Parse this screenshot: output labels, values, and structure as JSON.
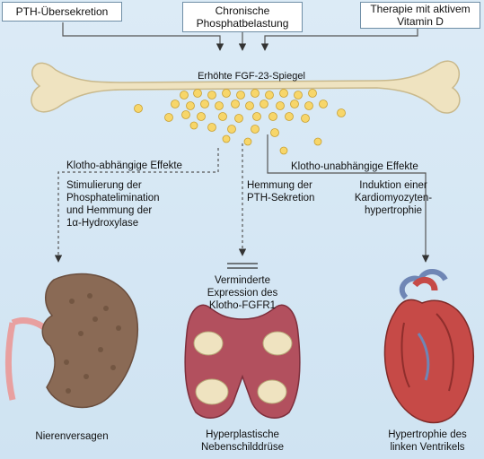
{
  "causes": [
    {
      "text": "PTH-Übersekretion"
    },
    {
      "line1": "Chronische",
      "line2": "Phosphatbelastung"
    },
    {
      "line1": "Therapie mit aktivem",
      "line2": "Vitamin D"
    }
  ],
  "center_label": "Erhöhte FGF-23-Spiegel",
  "branch_left": "Klotho-abhängige Effekte",
  "branch_right": "Klotho-unabhängige Effekte",
  "effect_kidney": [
    "Stimulierung der",
    "Phosphatelimination",
    "und Hemmung der",
    "1α-Hydroxylase"
  ],
  "effect_pth": [
    "Hemmung der",
    "PTH-Sekretion"
  ],
  "effect_heart": [
    "Induktion einer",
    "Kardiomyozyten-",
    "hypertrophie"
  ],
  "effect_klotho": [
    "Verminderte",
    "Expression des",
    "Klotho-FGFR1"
  ],
  "organ_kidney": "Nierenversagen",
  "organ_thyroid": [
    "Hyperplastische",
    "Nebenschilddrüse"
  ],
  "organ_heart": [
    "Hypertrophie des",
    "linken Ventrikels"
  ],
  "colors": {
    "bone": "#efe3c0",
    "particle": "#f7d66a",
    "kidney": "#8a6a55",
    "thyroid": "#b2505e",
    "heart": "#c64a47",
    "vessel": "#6f86b5",
    "connector": "#555555"
  }
}
